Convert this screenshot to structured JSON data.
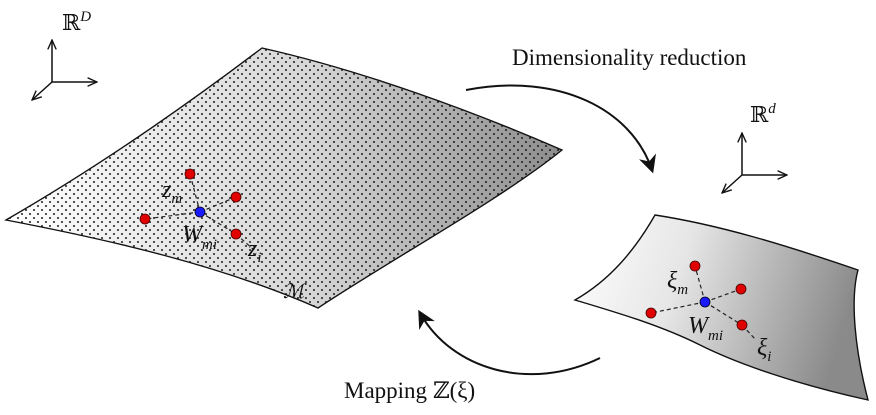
{
  "labels": {
    "space_high": "ℝ",
    "space_high_sup": "D",
    "space_low": "ℝ",
    "space_low_sup": "d",
    "dimensionality_reduction": "Dimensionality reduction",
    "mapping_prefix": "Mapping ",
    "mapping_symbol": "ℤ(ξ)",
    "manifold": "ℳ",
    "z_m": "z",
    "z_m_sub": "m",
    "z_i": "z",
    "z_i_sub": "i",
    "W_mi_left": "W",
    "W_mi_left_sub": "mi",
    "xi_m": "ξ",
    "xi_m_sub": "m",
    "xi_i": "ξ",
    "xi_i_sub": "i",
    "W_mi_right": "W",
    "W_mi_right_sub": "mi"
  },
  "colors": {
    "neighbor_point": "#e00000",
    "center_point": "#1a1aff",
    "surface_light": "#f2f2f2",
    "surface_dark": "#8a8a8a",
    "stroke": "#111111"
  }
}
